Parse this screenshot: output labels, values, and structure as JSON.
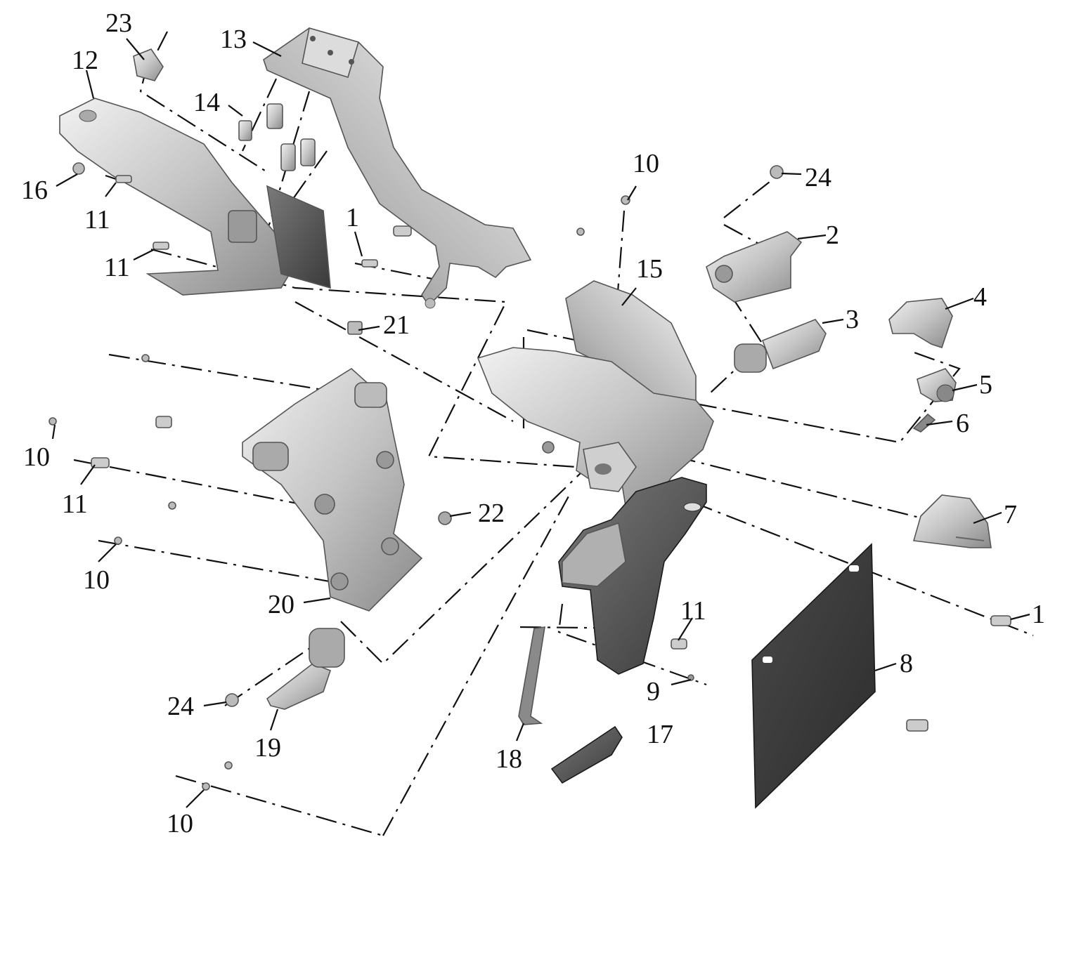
{
  "colors": {
    "ink": "#111111",
    "part_light": "#e8e8e8",
    "part_mid": "#b9b9b9",
    "part_dark": "#7a7a7a",
    "plate": "#3a3a3a",
    "background": "#ffffff"
  },
  "callouts": {
    "c1a": "1",
    "c1b": "1",
    "c2": "2",
    "c3": "3",
    "c4": "4",
    "c5": "5",
    "c6": "6",
    "c7": "7",
    "c8": "8",
    "c9": "9",
    "c10a": "10",
    "c10b": "10",
    "c10c": "10",
    "c10d": "10",
    "c11a": "11",
    "c11b": "11",
    "c11c": "11",
    "c11d": "11",
    "c12": "12",
    "c13": "13",
    "c14": "14",
    "c15": "15",
    "c16": "16",
    "c17": "17",
    "c18": "18",
    "c19": "19",
    "c20": "20",
    "c21": "21",
    "c22": "22",
    "c23": "23",
    "c24a": "24",
    "c24b": "24"
  }
}
